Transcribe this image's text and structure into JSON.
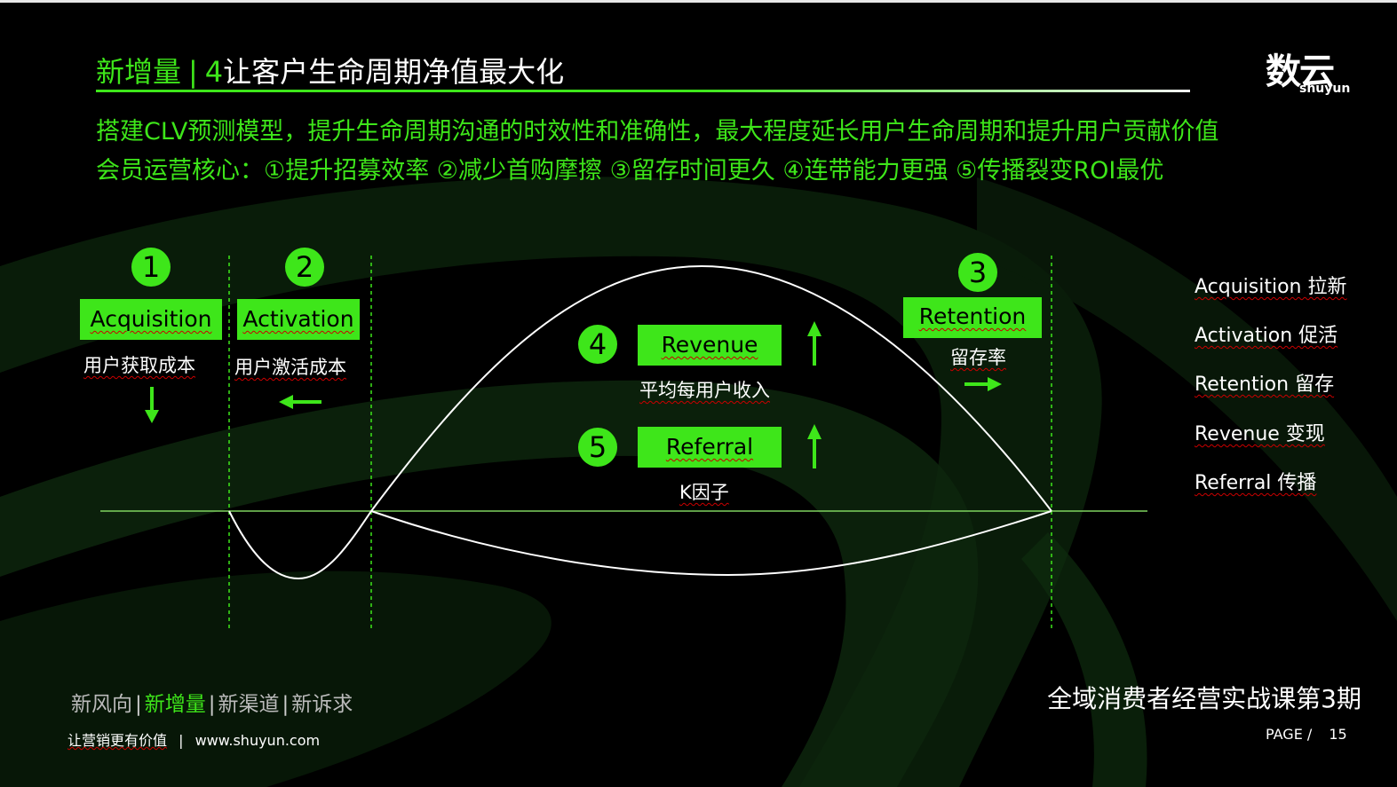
{
  "header": {
    "section": "新增量",
    "separator": "|",
    "number": "4",
    "title": "让客户生命周期净值最大化"
  },
  "logo": {
    "cn": "数云",
    "en": "shuyun"
  },
  "subtitle": {
    "line1": "搭建CLV预测模型，提升生命周期沟通的时效性和准确性，最大程度延长用户生命周期和提升用户贡献价值",
    "line2": "会员运营核心：①提升招募效率 ②减少首购摩擦 ③留存时间更久 ④连带能力更强 ⑤传播裂变ROI最优"
  },
  "stages": {
    "acquisition": {
      "num": "1",
      "label": "Acquisition",
      "desc": "用户获取成本"
    },
    "activation": {
      "num": "2",
      "label": "Activation",
      "desc": "用户激活成本"
    },
    "retention": {
      "num": "3",
      "label": "Retention",
      "desc": "留存率"
    },
    "revenue": {
      "num": "4",
      "label": "Revenue",
      "desc": "平均每用户收入"
    },
    "referral": {
      "num": "5",
      "label": "Referral",
      "desc": "K因子"
    }
  },
  "legend": [
    "Acquisition 拉新",
    "Activation 促活",
    "Retention 留存",
    "Revenue 变现",
    "Referral 传播"
  ],
  "footer": {
    "nav": [
      "新风向",
      "新增量",
      "新渠道",
      "新诉求"
    ],
    "nav_sep": "|",
    "slogan": "让营销更有价值",
    "slogan_sep": "|",
    "site": "www.shuyun.com",
    "course": "全域消费者经营实战课第3期",
    "page_label": "PAGE /",
    "page_number": "15"
  },
  "colors": {
    "accent": "#3ee61a",
    "background": "#000000"
  }
}
